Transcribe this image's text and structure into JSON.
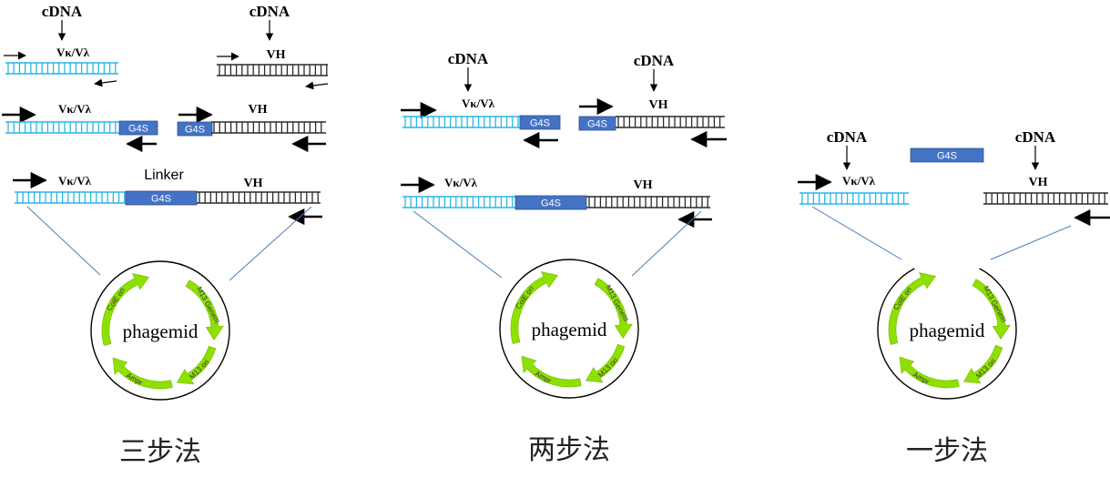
{
  "labels": {
    "cdna": "cDNA",
    "vk_vl": "Vκ/Vλ",
    "vh": "VH",
    "g4s": "G4S",
    "linker": "Linker",
    "phagemid": "phagemid",
    "colE_ori": "ColE ori",
    "m13_geneIII": "M13 GeneIII",
    "m13_ori": "M13 ori",
    "ampr": "Ampr"
  },
  "methods": [
    {
      "title": "三步法"
    },
    {
      "title": "两步法"
    },
    {
      "title": "一步法"
    }
  ],
  "colors": {
    "vk_strand": "#29b6e8",
    "vh_strand": "#2a2a2a",
    "g4s_box": "#4472c4",
    "feature_arrow": "#8ee000",
    "connector": "#4a7ebb"
  }
}
